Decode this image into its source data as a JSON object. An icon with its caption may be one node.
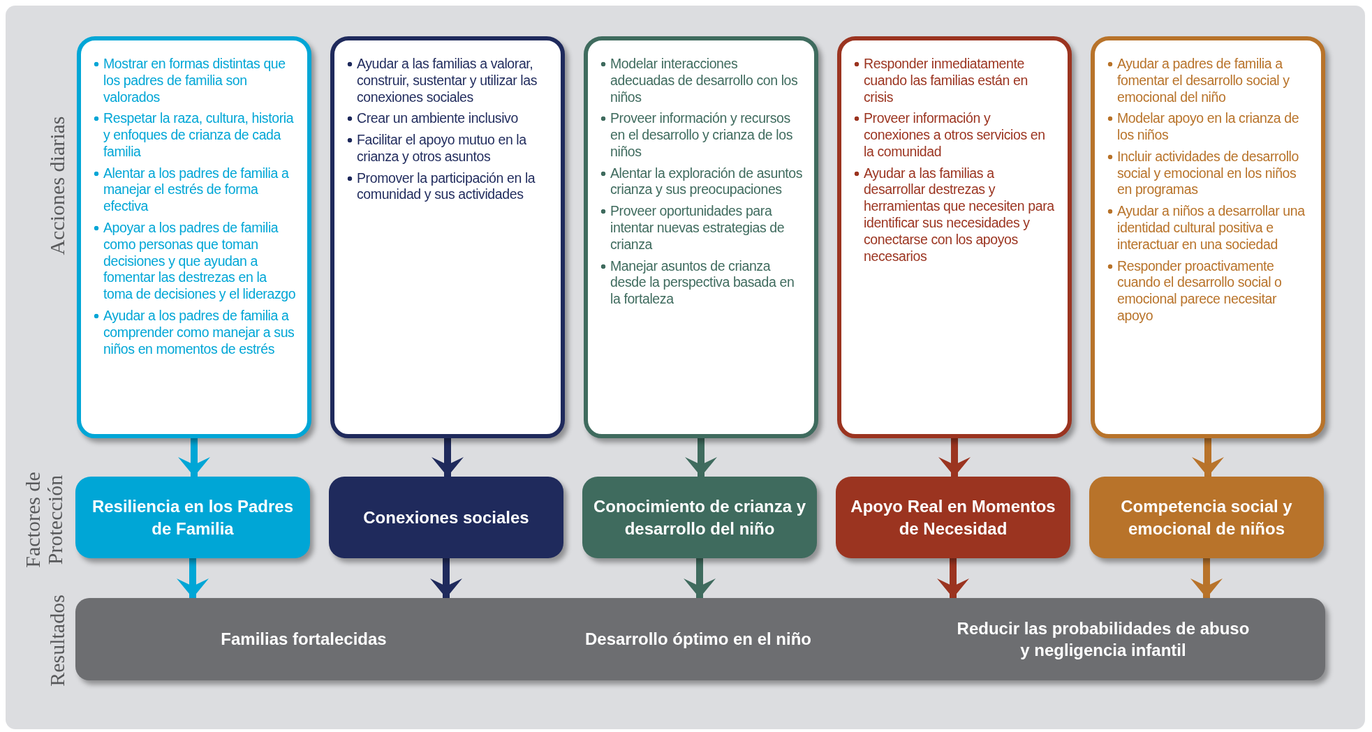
{
  "diagram": {
    "nodes": [
      {
        "text": [
          "Mostrar en formas distintas que los padres de familia son valorados",
          "Respetar la raza, cultura, historia y enfoques de crianza de cada familia",
          "Alentar a los padres de familia a manejar el estrés de forma efectiva",
          "Apoyar a los padres de familia como personas que toman decisiones y que ayudan a fomentar las destrezas en  la toma de decisiones y el liderazgo",
          "Ayudar a los padres de familia a comprender como manejar a sus niños en momentos de estrés"
        ]
      },
      {
        "text": [
          "Ayudar a las familias a valorar, construir, sustentar y utilizar las conexiones sociales",
          "Crear un ambiente inclusivo",
          "Facilitar el apoyo mutuo en la crianza y otros asuntos",
          "Promover la participación en la comunidad y sus actividades"
        ]
      },
      {
        "text": [
          "Modelar interacciones adecuadas de desarrollo con los niños",
          "Proveer información y recursos en el desarrollo y crianza de los niños",
          "Alentar la exploración de asuntos crianza y sus preocupaciones",
          "Proveer oportunidades para intentar nuevas estrategias de crianza",
          "Manejar asuntos de crianza desde la perspectiva basada en la fortaleza"
        ]
      },
      {
        "text": [
          "Responder inmediatamente cuando las familias están en crisis",
          "Proveer información y conexiones a otros servicios en la comunidad",
          "Ayudar a las familias a desarrollar destrezas y herramientas que necesiten para identificar sus necesidades y conectarse con los apoyos necesarios"
        ]
      },
      {
        "text": [
          "Ayudar a padres de familia a fomentar el desarrollo social y emocional del niño",
          "Modelar apoyo en la crianza de los niños",
          "Incluir actividades de desarrollo social y emocional en los niños en programas",
          "Ayudar a niños a desarrollar una identidad cultural positiva e interactuar en una sociedad",
          "Responder proactivamente cuando el desarrollo social o emocional parece necesitar apoyo"
        ]
      },
      {
        "text": [
          "Resiliencia en los Padres de Familia"
        ]
      },
      {
        "text": [
          "Conexiones sociales"
        ]
      },
      {
        "text": [
          "Conocimiento de crianza y desarrollo del niño"
        ]
      },
      {
        "text": [
          "Apoyo Real en Momentos de Necesidad"
        ]
      },
      {
        "text": [
          "Competencia social y emocional de niños"
        ]
      },
      {
        "text": [
          "Familias fortalecidas",
          "Desarrollo óptimo en el niño",
          "Reducir las probabilidades de abuso y negligencia infantil"
        ]
      }
    ],
    "edges": [
      {
        "from": 0,
        "to": 5,
        "arrow": "to",
        "color": "#00a6d6"
      },
      {
        "from": 1,
        "to": 6,
        "arrow": "to",
        "color": "#1f2a5c"
      },
      {
        "from": 2,
        "to": 7,
        "arrow": "to",
        "color": "#3f6b5e"
      },
      {
        "from": 3,
        "to": 8,
        "arrow": "to",
        "color": "#9b3420"
      },
      {
        "from": 4,
        "to": 9,
        "arrow": "to",
        "color": "#b8732a"
      },
      {
        "from": 5,
        "to": 10,
        "arrow": "to",
        "color": "#00a6d6"
      },
      {
        "from": 6,
        "to": 10,
        "arrow": "to",
        "color": "#1f2a5c"
      },
      {
        "from": 7,
        "to": 10,
        "arrow": "to",
        "color": "#3f6b5e"
      },
      {
        "from": 8,
        "to": 10,
        "arrow": "to",
        "color": "#9b3420"
      },
      {
        "from": 9,
        "to": 10,
        "arrow": "to",
        "color": "#b8732a"
      }
    ],
    "labels": [
      "Acciones diarias",
      "Factores de Protección",
      "Resultados"
    ]
  }
}
